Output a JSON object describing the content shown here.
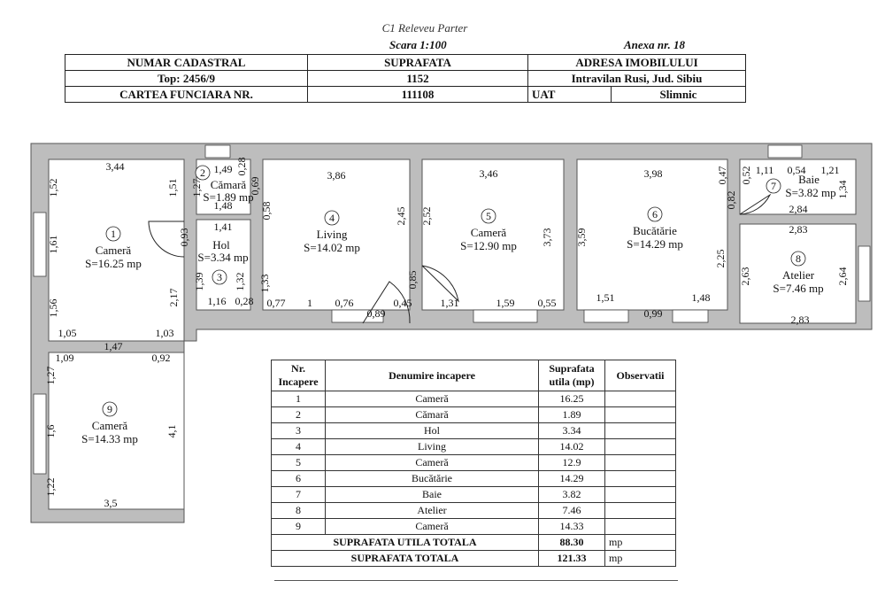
{
  "header": {
    "title": "C1 Releveu Parter",
    "scale": "Scara 1:100",
    "annex": "Anexa nr. 18"
  },
  "cadastral_table": {
    "h1": "NUMAR CADASTRAL",
    "h2": "SUPRAFATA",
    "h3": "ADRESA IMOBILULUI",
    "top": "Top: 2456/9",
    "area": "1152",
    "address": "Intravilan Rusi, Jud. Sibiu",
    "cf_label": "CARTEA FUNCIARA NR.",
    "cf_number": "111108",
    "uat_label": "UAT",
    "uat_value": "Slimnic"
  },
  "plan": {
    "rooms": [
      {
        "nr": "1",
        "name": "Cameră",
        "area": "S=16.25 mp"
      },
      {
        "nr": "2",
        "name": "Cămară",
        "area": "S=1.89 mp"
      },
      {
        "nr": "3",
        "name": "Hol",
        "area": "S=3.34 mp"
      },
      {
        "nr": "4",
        "name": "Living",
        "area": "S=14.02 mp"
      },
      {
        "nr": "5",
        "name": "Cameră",
        "area": "S=12.90 mp"
      },
      {
        "nr": "6",
        "name": "Bucătărie",
        "area": "S=14.29 mp"
      },
      {
        "nr": "7",
        "name": "Baie",
        "area": "S=3.82 mp"
      },
      {
        "nr": "8",
        "name": "Atelier",
        "area": "S=7.46 mp"
      },
      {
        "nr": "9",
        "name": "Cameră",
        "area": "S=14.33 mp"
      }
    ],
    "dims": {
      "r1_top": "3,44",
      "r1_l1": "1,52",
      "r1_l2": "1,61",
      "r1_l3": "1,56",
      "r1_r1": "1,51",
      "r1_r2": "0,93",
      "r1_r3": "2,17",
      "bot_105": "1,05",
      "bot_147": "1,47",
      "bot_103": "1,03",
      "r2_149": "1,49",
      "r2_028": "0,28",
      "r2_127": "1,27",
      "r2_069": "0,69",
      "r2_148": "1,48",
      "r3_141": "1,41",
      "r3_139": "1,39",
      "r3_132": "1,32",
      "r3_116": "1,16",
      "r3_028": "0,28",
      "r4_top": "3,86",
      "r4_058": "0,58",
      "r4_245": "2,45",
      "r4_133": "1,33",
      "r4_077": "0,77",
      "r4_1": "1",
      "r4_076": "0,76",
      "r4_089": "0,89",
      "r4_045": "0,45",
      "r4_085": "0,85",
      "r5_top": "3,46",
      "r5_252": "2,52",
      "r5_373": "3,73",
      "r5_131": "1,31",
      "r5_159": "1,59",
      "r5_055": "0,55",
      "r6_top": "3,98",
      "r6_359": "3,59",
      "r6_225": "2,25",
      "r6_151": "1,51",
      "r6_099": "0,99",
      "r6_148": "1,48",
      "r7_047": "0,47",
      "r7_052": "0,52",
      "r7_111": "1,11",
      "r7_054": "0,54",
      "r7_121": "1,21",
      "r7_134": "1,34",
      "r7_082": "0,82",
      "r7_284": "2,84",
      "r8_283t": "2,83",
      "r8_263": "2,63",
      "r8_264": "2,64",
      "r8_283b": "2,83",
      "r9_109": "1,09",
      "r9_092": "0,92",
      "r9_127": "1,27",
      "r9_16": "1,6",
      "r9_41": "4,1",
      "r9_122": "1,22",
      "r9_35": "3,5"
    }
  },
  "rooms_table": {
    "headers": {
      "nr": "Nr. Incapere",
      "name": "Denumire incapere",
      "area": "Suprafata utila (mp)",
      "obs": "Observatii"
    },
    "rows": [
      {
        "nr": "1",
        "name": "Cameră",
        "area": "16.25"
      },
      {
        "nr": "2",
        "name": "Cămară",
        "area": "1.89"
      },
      {
        "nr": "3",
        "name": "Hol",
        "area": "3.34"
      },
      {
        "nr": "4",
        "name": "Living",
        "area": "14.02"
      },
      {
        "nr": "5",
        "name": "Cameră",
        "area": "12.9"
      },
      {
        "nr": "6",
        "name": "Bucătărie",
        "area": "14.29"
      },
      {
        "nr": "7",
        "name": "Baie",
        "area": "3.82"
      },
      {
        "nr": "8",
        "name": "Atelier",
        "area": "7.46"
      },
      {
        "nr": "9",
        "name": "Cameră",
        "area": "14.33"
      }
    ],
    "total_useful_label": "SUPRAFATA UTILA TOTALA",
    "total_useful_value": "88.30",
    "total_label": "SUPRAFATA TOTALA",
    "total_value": "121.33",
    "unit": "mp"
  }
}
